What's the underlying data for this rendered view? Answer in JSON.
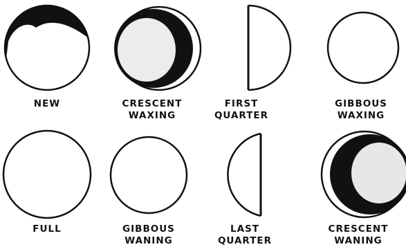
{
  "colors": {
    "ink": "#111111",
    "paper": "#ffffff"
  },
  "phases": [
    {
      "id": "new",
      "lines": [
        "NEW",
        ""
      ]
    },
    {
      "id": "crescent-waxing",
      "lines": [
        "CRESCENT",
        "WAXING"
      ]
    },
    {
      "id": "first-quarter",
      "lines": [
        "FIRST",
        "QUARTER"
      ]
    },
    {
      "id": "gibbous-waxing",
      "lines": [
        "GIBBOUS",
        "WAXING"
      ]
    },
    {
      "id": "full",
      "lines": [
        "FULL",
        ""
      ]
    },
    {
      "id": "gibbous-waning",
      "lines": [
        "GIBBOUS",
        "WANING"
      ]
    },
    {
      "id": "last-quarter",
      "lines": [
        "LAST",
        "QUARTER"
      ]
    },
    {
      "id": "crescent-waning",
      "lines": [
        "CRESCENT",
        "WANING"
      ]
    }
  ]
}
